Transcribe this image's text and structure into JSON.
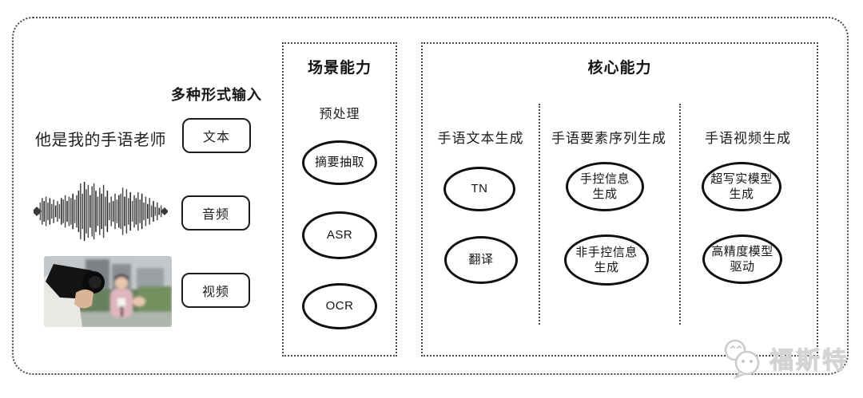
{
  "colors": {
    "ink": "#1f1f1f",
    "dotted_border": "#4a4a4a",
    "ellipse_stroke": "#101010",
    "watermark_gray": "#c9c9c9"
  },
  "inputs": {
    "heading": "多种形式输入",
    "sample_text": "他是我的手语老师",
    "items": [
      {
        "label": "文本"
      },
      {
        "label": "音频"
      },
      {
        "label": "视频"
      }
    ]
  },
  "scene": {
    "title": "场景能力",
    "subtitle": "预处理",
    "nodes": [
      {
        "label": "摘要抽取"
      },
      {
        "label": "ASR"
      },
      {
        "label": "OCR"
      }
    ]
  },
  "core": {
    "title": "核心能力",
    "columns": [
      {
        "header": "手语文本生成",
        "nodes": [
          {
            "line1": "TN"
          },
          {
            "line1": "翻译"
          }
        ]
      },
      {
        "header": "手语要素序列生成",
        "nodes": [
          {
            "line1": "手控信息",
            "line2": "生成"
          },
          {
            "line1": "非手控信息",
            "line2": "生成"
          }
        ]
      },
      {
        "header": "手语视频生成",
        "nodes": [
          {
            "line1": "超写实模型",
            "line2": "生成"
          },
          {
            "line1": "高精度模型",
            "line2": "驱动"
          }
        ]
      }
    ]
  },
  "watermark": {
    "text": "福斯特"
  },
  "waveform": {
    "bars": [
      0.1,
      0.3,
      0.45,
      0.35,
      0.5,
      0.3,
      0.45,
      0.25,
      0.4,
      0.2,
      0.35,
      0.25,
      0.45,
      0.4,
      0.55,
      0.35,
      0.5,
      0.45,
      0.6,
      0.4,
      0.55,
      0.7,
      0.95,
      0.6,
      1.0,
      0.75,
      0.9,
      0.55,
      0.85,
      0.95,
      0.7,
      0.5,
      0.8,
      0.6,
      0.9,
      0.5,
      0.7,
      0.3,
      0.5,
      0.35,
      0.6,
      0.4,
      0.55,
      0.6,
      0.8,
      0.5,
      0.75,
      0.45,
      0.65,
      0.35,
      0.55,
      0.45,
      0.65,
      0.4,
      0.6,
      0.3,
      0.5,
      0.25,
      0.45,
      0.2,
      0.35,
      0.15,
      0.3,
      0.12,
      0.2,
      0.08
    ]
  }
}
